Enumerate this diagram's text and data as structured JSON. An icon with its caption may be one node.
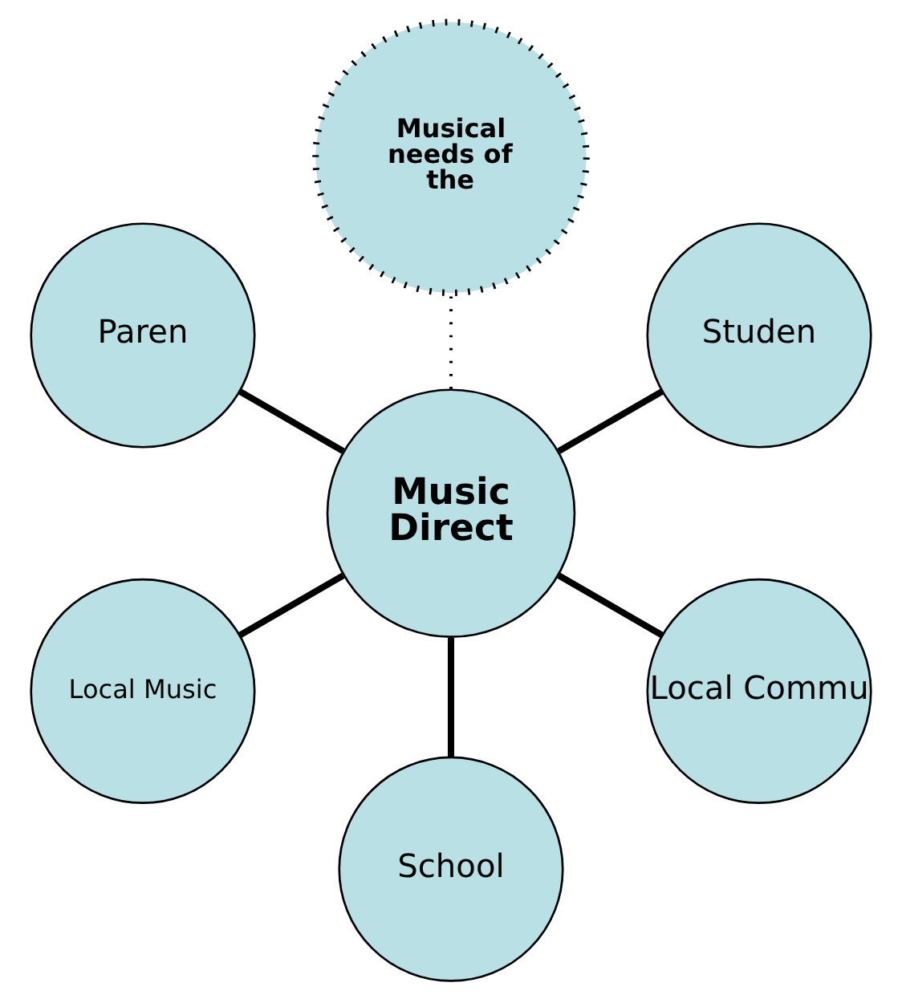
{
  "diagram": {
    "nodes": [
      {
        "text": [
          "Studen"
        ]
      },
      {
        "text": [
          "Musical needs of the"
        ]
      },
      {
        "text": [
          "Paren"
        ]
      },
      {
        "text": [
          "Music Direct"
        ]
      },
      {
        "text": [
          "Local Music"
        ]
      },
      {
        "text": [
          "School"
        ]
      },
      {
        "text": [
          "Local Commu"
        ]
      }
    ],
    "edges": [
      {
        "from": 3,
        "to": 0,
        "arrow": "none"
      },
      {
        "from": 3,
        "to": 1,
        "arrow": "none",
        "style": "dashed"
      },
      {
        "from": 3,
        "to": 2,
        "arrow": "none"
      },
      {
        "from": 3,
        "to": 4,
        "arrow": "none"
      },
      {
        "from": 3,
        "to": 5,
        "arrow": "none"
      },
      {
        "from": 3,
        "to": 6,
        "arrow": "none"
      }
    ]
  }
}
